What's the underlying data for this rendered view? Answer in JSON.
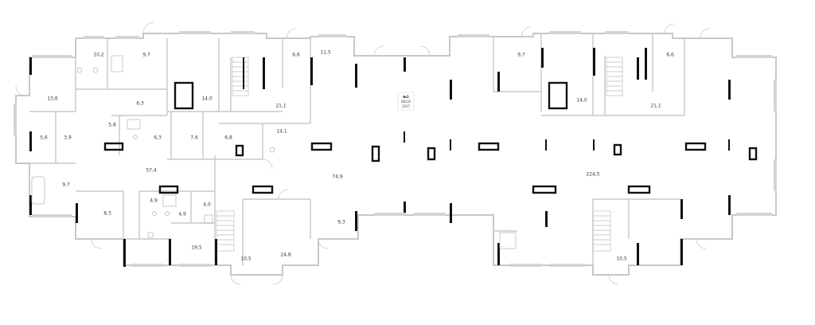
{
  "colors": {
    "wall": "#c8c8c8",
    "thick_wall": "#111111",
    "window": "#d9d9d9",
    "background": "#ffffff",
    "text": "#3a3a3a"
  },
  "badge": {
    "line1": "№1",
    "line2": "603,8",
    "line3": "1017"
  },
  "rooms": [
    {
      "id": "r1",
      "label": "10,2"
    },
    {
      "id": "r2",
      "label": "9,7"
    },
    {
      "id": "r3",
      "label": "13,6"
    },
    {
      "id": "r4",
      "label": "6,3"
    },
    {
      "id": "r5",
      "label": "14,0"
    },
    {
      "id": "r6",
      "label": "6,6"
    },
    {
      "id": "r7",
      "label": "11,5"
    },
    {
      "id": "r8",
      "label": "21,1"
    },
    {
      "id": "r9",
      "label": "5,8"
    },
    {
      "id": "r10",
      "label": "6,3"
    },
    {
      "id": "r11",
      "label": "7,6"
    },
    {
      "id": "r12",
      "label": "6,8"
    },
    {
      "id": "r13",
      "label": "14,1"
    },
    {
      "id": "r14",
      "label": "5,6"
    },
    {
      "id": "r15",
      "label": "3,9"
    },
    {
      "id": "r16",
      "label": "57,4"
    },
    {
      "id": "r17",
      "label": "9,7"
    },
    {
      "id": "r18",
      "label": "74,9"
    },
    {
      "id": "r19",
      "label": "4,9"
    },
    {
      "id": "r20",
      "label": "4,9"
    },
    {
      "id": "r21",
      "label": "4,0"
    },
    {
      "id": "r22",
      "label": "8,3"
    },
    {
      "id": "r23",
      "label": "19,5"
    },
    {
      "id": "r24",
      "label": "10,5"
    },
    {
      "id": "r25",
      "label": "24,8"
    },
    {
      "id": "r26",
      "label": "9,3"
    },
    {
      "id": "r27",
      "label": "9,7"
    },
    {
      "id": "r28",
      "label": "14,0"
    },
    {
      "id": "r29",
      "label": "6,6"
    },
    {
      "id": "r30",
      "label": "21,1"
    },
    {
      "id": "r31",
      "label": "224,5"
    },
    {
      "id": "r32",
      "label": "10,5"
    }
  ]
}
